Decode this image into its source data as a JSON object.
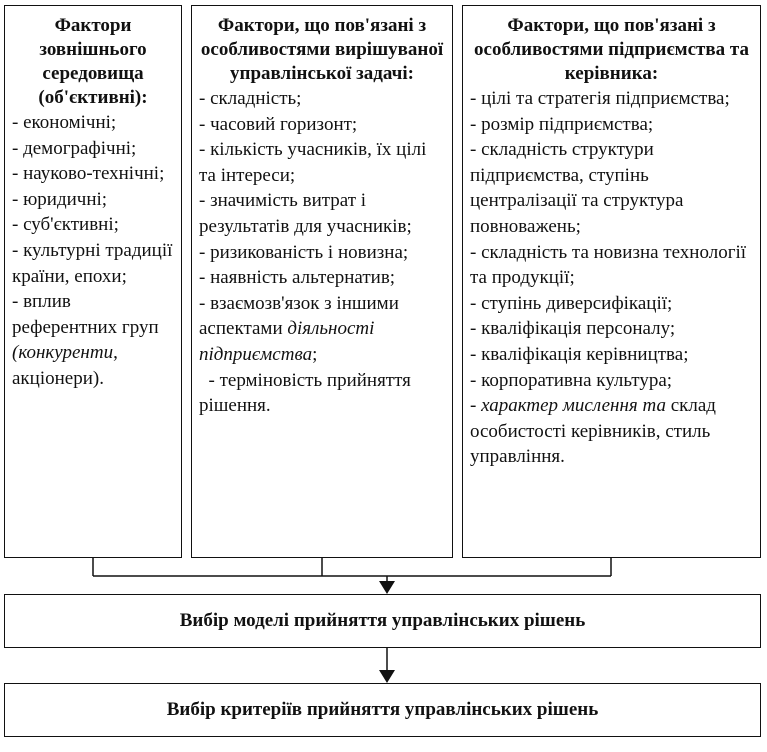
{
  "columns": [
    {
      "heading": "Фактори зовнішнього середовища (об'єктивні):",
      "items": [
        {
          "text": "- економічні;"
        },
        {
          "text": "- демографічні;"
        },
        {
          "text": "- науково-технічні;"
        },
        {
          "text": "- юридичні;"
        },
        {
          "text": "- суб'єктивні;"
        },
        {
          "text": "- культурні традиції країни, епохи;"
        },
        {
          "text": "- вплив референтних груп",
          "plain2": " ",
          "italic": "(конкуренти",
          "plain3": ", акціонери)."
        }
      ]
    },
    {
      "heading": "Фактори, що пов'язані з особливостями вирішуваної управлінської задачі:",
      "items": [
        {
          "text": "- складність;"
        },
        {
          "text": "- часовий горизонт;"
        },
        {
          "text": "- кількість учасників, їх цілі та інтереси;"
        },
        {
          "text": "- значимість витрат і результатів для учасників;"
        },
        {
          "text": "- ризикованість і новизна;"
        },
        {
          "text": "- наявність альтернатив;"
        },
        {
          "text": "- взаємозв'язок з іншими аспектами",
          "plain2": " ",
          "italic": "діяльності підприємства",
          "plain3": ";"
        },
        {
          "text": "  - терміновість прийняття рішення."
        }
      ]
    },
    {
      "heading": "Фактори, що пов'язані з особливостями підприємства та керівника:",
      "items": [
        {
          "text": "- цілі та стратегія підприємства;"
        },
        {
          "text": "- розмір підприємства;"
        },
        {
          "text": "- складність структури підприємства, ступінь централізації та структура повноважень;"
        },
        {
          "text": "- складність та новизна технології та продукції;"
        },
        {
          "text": "- ступінь диверсифікації;"
        },
        {
          "text": "- кваліфікація персоналу;"
        },
        {
          "text": "- кваліфікація керівництва;"
        },
        {
          "text": "- корпоративна культура;"
        },
        {
          "text": "- ",
          "plain2": "",
          "italic": "характер мислення та",
          "plain3": " склад особистості керівників, стиль управління."
        }
      ]
    }
  ],
  "bottom_boxes": {
    "model": "Вибір моделі прийняття управлінських рішень",
    "criteria": "Вибір критеріїв прийняття управлінських рішень"
  }
}
